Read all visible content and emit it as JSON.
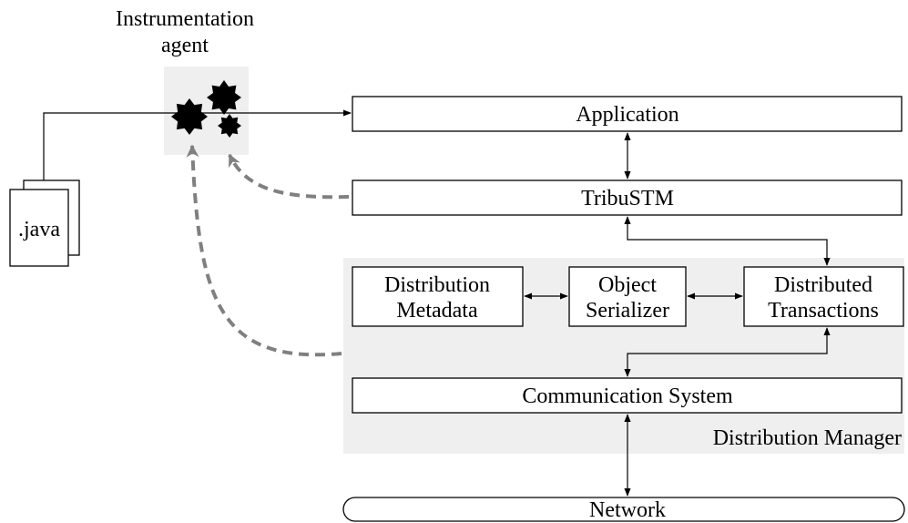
{
  "agent": {
    "title_line1": "Instrumentation",
    "title_line2": "agent",
    "icon": "gear-cluster"
  },
  "source_file": {
    "label": ".java",
    "icon": "file-stack"
  },
  "layers": {
    "application": "Application",
    "tribustm": "TribuSTM",
    "communication": "Communication System",
    "network": "Network"
  },
  "distribution_manager": {
    "label": "Distribution Manager",
    "components": {
      "metadata_line1": "Distribution",
      "metadata_line2": "Metadata",
      "serializer_line1": "Object",
      "serializer_line2": "Serializer",
      "transactions_line1": "Distributed",
      "transactions_line2": "Transactions"
    }
  },
  "colors": {
    "shade": "#efefef",
    "dashed_arrow": "#808080",
    "stroke": "#000000"
  }
}
